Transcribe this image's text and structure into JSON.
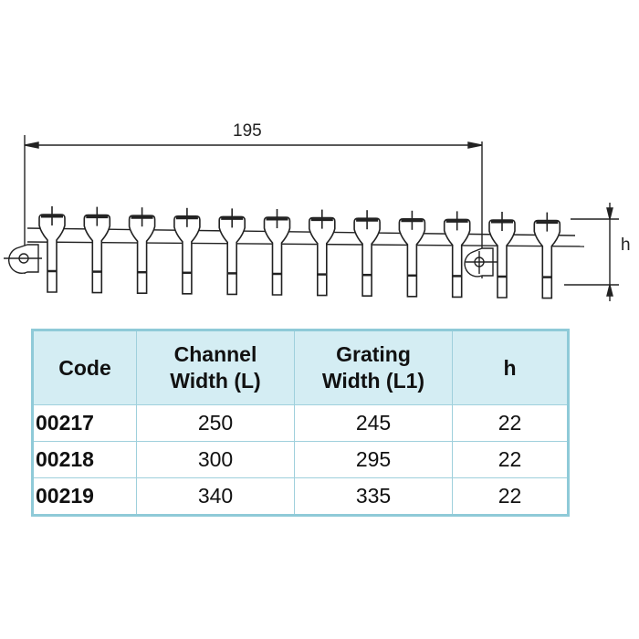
{
  "drawing": {
    "dimension_width": "195",
    "dimension_height": "h",
    "teeth_count": 12
  },
  "table": {
    "headers": [
      "Code",
      "Channel\nWidth (L)",
      "Grating\nWidth (L1)",
      "h"
    ],
    "rows": [
      [
        "00217",
        "250",
        "245",
        "22"
      ],
      [
        "00218",
        "300",
        "295",
        "22"
      ],
      [
        "00219",
        "340",
        "335",
        "22"
      ]
    ],
    "colors": {
      "header_bg": "#d4edf3",
      "border": "#8fcad8"
    }
  }
}
